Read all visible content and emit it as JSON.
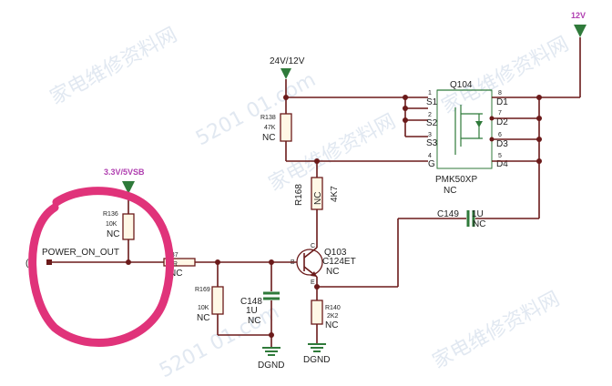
{
  "watermark": {
    "text_cn": "家电维修资料网",
    "text_num": "5201 01.com"
  },
  "nets": {
    "rail_12v": "12V",
    "rail_24v": "24V/12V",
    "rail_3v3": "3.3V/5VSB",
    "signal": "POWER_ON_OUT",
    "signal_prefix": "(5",
    "gnd1": "DGND",
    "gnd2": "DGND"
  },
  "parts": {
    "q104": {
      "ref": "Q104",
      "value": "PMK50XP",
      "note": "NC",
      "pins_left": [
        "S1",
        "S2",
        "S3",
        "G"
      ],
      "pins_right": [
        "D1",
        "D2",
        "D3",
        "D4"
      ],
      "nums_left": [
        "1",
        "2",
        "3",
        "4"
      ],
      "nums_right": [
        "8",
        "7",
        "6",
        "5"
      ]
    },
    "r138": {
      "ref": "R138",
      "value": "47K",
      "note": "NC"
    },
    "r168": {
      "ref": "R168",
      "value": "4K7",
      "note": "NC"
    },
    "q103": {
      "ref": "Q103",
      "value": "C124ET",
      "note": "NC",
      "pin_b": "B",
      "pin_c": "C",
      "pin_e": "E"
    },
    "r136": {
      "ref": "R136",
      "value": "10K",
      "note": "NC"
    },
    "r137": {
      "ref": "137",
      "value": "3R",
      "note": "NC"
    },
    "r169": {
      "ref": "R169",
      "value": "10K",
      "note": "NC"
    },
    "c148": {
      "ref": "C148",
      "value": "1U",
      "note": "NC"
    },
    "r140": {
      "ref": "R140",
      "value": "2K2",
      "note": "NC"
    },
    "c149": {
      "ref": "C149",
      "value": "1U",
      "note": "NC"
    }
  },
  "colors": {
    "highlight": "#e0337a",
    "wire": "#6b1a1a",
    "rail_arrow": "#2f7a3a",
    "rail_label": "#b03fb0"
  }
}
